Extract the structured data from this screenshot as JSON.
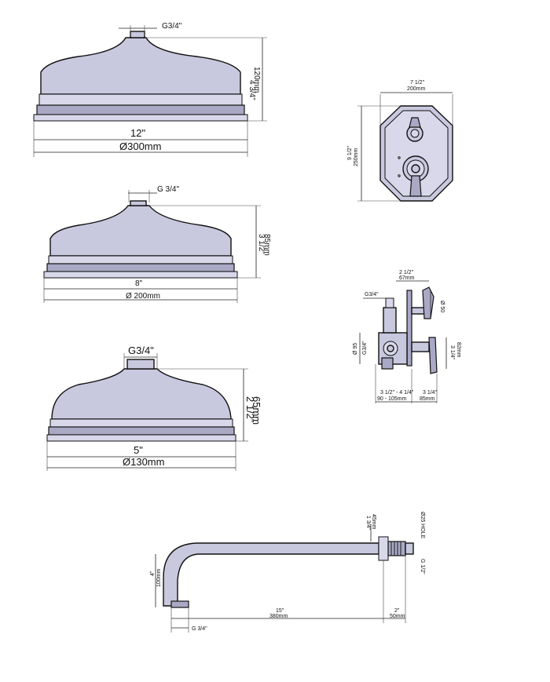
{
  "heads": [
    {
      "thread": "G3/4\"",
      "height_in": "4 3/4\"",
      "height_mm": "120mm",
      "width_in": "12\"",
      "width_mm": "Ø300mm"
    },
    {
      "thread": "G 3/4\"",
      "height_in": "3 1/2\"",
      "height_mm": "85mm",
      "width_in": "8\"",
      "width_mm": "Ø 200mm"
    },
    {
      "thread": "G3/4\"",
      "height_in": "2 1/2\"",
      "height_mm": "65mm",
      "width_in": "5\"",
      "width_mm": "Ø130mm"
    }
  ],
  "valve_front": {
    "width_in": "7 1/2\"",
    "width_mm": "200mm",
    "height_in": "9 1/2\"",
    "height_mm": "250mm"
  },
  "valve_side": {
    "top_in": "2 1/2\"",
    "top_mm": "67mm",
    "thread": "G3/4\"",
    "handle_dia": "Ø 50",
    "body_dia": "Ø 95",
    "inlet": "G3/4\"",
    "right_in": "3 1/4\"",
    "right_mm": "82mm",
    "depth_in": "3 1/2\" - 4 1/4\"",
    "depth_mm": "90 - 105mm",
    "proj_in": "3 1/4\"",
    "proj_mm": "85mm"
  },
  "arm": {
    "flange_in": "1 3/4\"",
    "flange_mm": "45mm",
    "hole": "Ø25 HOLE",
    "wall_thread": "G 1/2\"",
    "drop_in": "4\"",
    "drop_mm": "100mm",
    "length_in": "15\"",
    "length_mm": "380mm",
    "wall_in": "2\"",
    "wall_mm": "50mm",
    "outlet_thread": "G 3/4\""
  },
  "colors": {
    "body": "#c8c8de",
    "line": "#111111"
  }
}
